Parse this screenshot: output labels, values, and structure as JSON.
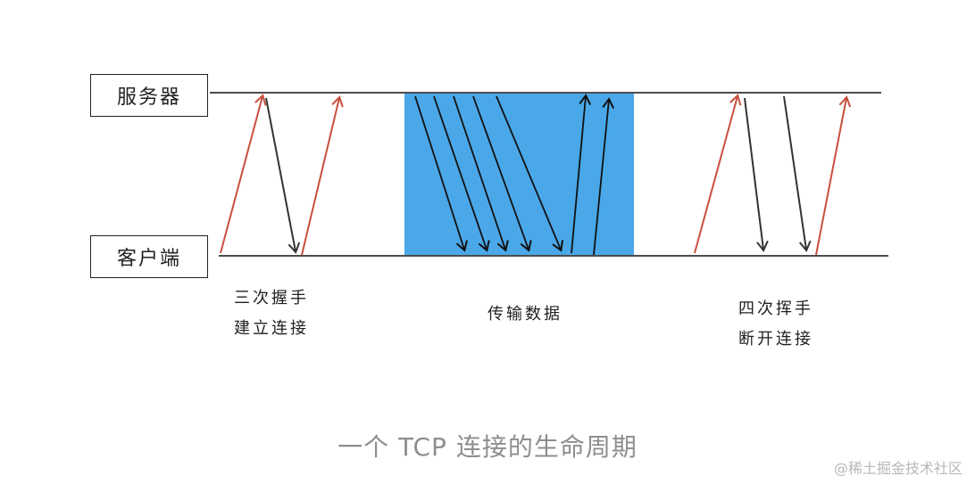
{
  "nodes": {
    "server": "服务器",
    "client": "客户端"
  },
  "phases": {
    "handshake": [
      "三次握手",
      "建立连接"
    ],
    "transfer": [
      "传输数据"
    ],
    "wave": [
      "四次挥手",
      "断开连接"
    ]
  },
  "caption": "一个 TCP 连接的生命周期",
  "watermark": "@稀土掘金技术社区",
  "colors": {
    "client_to_server": "#c8503c",
    "server_to_client": "#333333",
    "transfer_block": "#4aa8e8",
    "timeline": "#111111"
  }
}
